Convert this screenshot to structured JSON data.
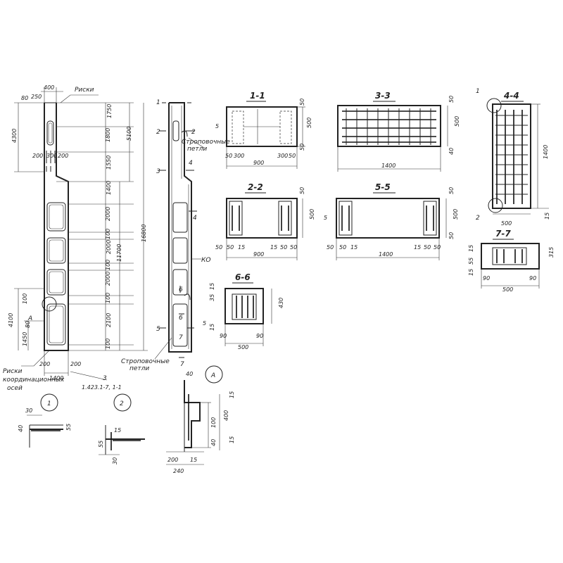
{
  "labels": {
    "riski_top": "Риски",
    "riski_bottom": "Риски",
    "koordinats": "координационных",
    "osei": "осей",
    "stropovochnye_1": "Строповочные",
    "petli_1": "петли",
    "stropovochnye_2": "Строповочные",
    "petli_2": "петли",
    "ko": "КО",
    "ref_number": "3",
    "ref_code": "1.423.1-7, 1-1",
    "callout_a": "А",
    "callout_a_view": "А",
    "callout_1": "1",
    "callout_2": "2",
    "view_callout_1": "1",
    "view_callout_2": "2"
  },
  "sections": {
    "s11": "1-1",
    "s22": "2-2",
    "s33": "3-3",
    "s44": "4-4",
    "s55": "5-5",
    "s66": "6-6",
    "s77": "7-7"
  },
  "cut_marks": {
    "c1a": "1",
    "c1b": "1",
    "c2a": "2",
    "c2b": "2",
    "c3": "3",
    "c4a": "4",
    "c4b": "4",
    "c5a": "5",
    "c5b": "5",
    "c6a": "6",
    "c6b": "6",
    "c7a": "7",
    "c7b": "7"
  },
  "dims_elev_left": {
    "d400": "400",
    "d250": "250",
    "d80": "80",
    "d4300": "4300",
    "d200a": "200",
    "d300a": "300",
    "d200b": "200",
    "d100": "100",
    "d4100": "4100",
    "d80b": "80",
    "d1450": "1450",
    "d200c": "200",
    "d200d": "200",
    "d1400": "1400"
  },
  "dims_elev_right": {
    "d1750": "1750",
    "d1800": "1800",
    "d1550": "1550",
    "d5100": "5100",
    "d1400": "1400",
    "d2000a": "2000",
    "d100a": "100",
    "d2000b": "2000",
    "d100b": "100",
    "d2000c": "2000",
    "d100c": "100",
    "d2100": "2100",
    "d100d": "100",
    "d11700": "11700",
    "d16800": "16800"
  },
  "dims_s11": {
    "w": "900",
    "h": "500",
    "d50": "50",
    "d300": "300",
    "d300b": "300",
    "d50b": "50",
    "d5": "5",
    "d50c": "50",
    "d50d": "50"
  },
  "dims_s22": {
    "w": "900",
    "h": "500",
    "d50a": "50",
    "d50b": "50",
    "d15a": "15",
    "d15b": "15",
    "d50c": "50",
    "d50d": "50",
    "d50e": "50"
  },
  "dims_s33": {
    "w": "1400",
    "h": "500",
    "d50": "50",
    "d40": "40"
  },
  "dims_s55": {
    "w": "1400",
    "h": "500",
    "d50a": "50",
    "d50b": "50",
    "d15a": "15",
    "d15b": "15",
    "d50c": "50",
    "d50d": "50",
    "d5": "5",
    "d50e": "50",
    "d50f": "50"
  },
  "dims_s44": {
    "w": "500",
    "h": "1400",
    "d15": "15"
  },
  "dims_s66": {
    "w": "500",
    "h": "430",
    "d15a": "15",
    "d35": "35",
    "d5": "5",
    "d15b": "15",
    "d90a": "90",
    "d90b": "90"
  },
  "dims_s77": {
    "w": "500",
    "h": "315",
    "d90a": "90",
    "d90b": "90",
    "d15a": "15",
    "d55": "55",
    "d15b": "15"
  },
  "dims_detail1": {
    "d30": "30",
    "d40": "40",
    "d55": "55"
  },
  "dims_detail2": {
    "d15": "15",
    "d55": "55",
    "d30": "30"
  },
  "dims_detailA": {
    "d40a": "40",
    "d15a": "15",
    "d100": "100",
    "d400": "400",
    "d40b": "40",
    "d15b": "15",
    "d200": "200",
    "d15c": "15",
    "d240": "240"
  }
}
